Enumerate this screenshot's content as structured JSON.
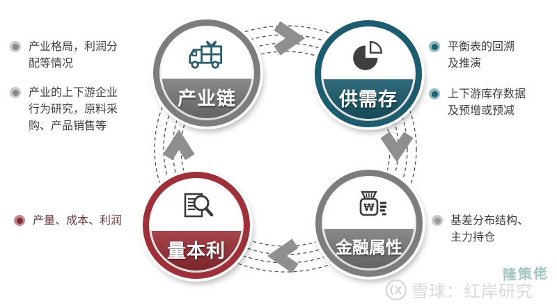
{
  "diagram_title": "",
  "track": {
    "line_color": "#4d4d4d",
    "arrow_color": "#8f8f8f",
    "arrows": [
      "chevron-right-icon",
      "chevron-down-icon",
      "chevron-left-icon",
      "chevron-up-icon"
    ]
  },
  "nodes": [
    {
      "label": "产业链",
      "color": "#7d7d7d",
      "icon": "truck-icon"
    },
    {
      "label": "供需存",
      "color": "#1c5c6e",
      "icon": "pie-chart-icon"
    },
    {
      "label": "量本利",
      "color": "#9d3038",
      "icon": "document-search-icon"
    },
    {
      "label": "金融属性",
      "color": "#7d7d7d",
      "icon": "money-bag-icon"
    }
  ],
  "annotations": {
    "left": [
      {
        "text": "产业格局，利润分\n配等情况",
        "bullet_outer": "#c8c8c8",
        "bullet_inner": "#898989",
        "text_color": "#3f3f3f"
      },
      {
        "text": "产业的上下游企业\n行为研究，原料采\n购、产品销售等",
        "bullet_outer": "#c8c8c8",
        "bullet_inner": "#898989",
        "text_color": "#3f3f3f"
      },
      {
        "text": "产量、成本、利润",
        "bullet_outer": "#c5898d",
        "bullet_inner": "#7e2f35",
        "text_color": "#6b3a3a"
      }
    ],
    "right": [
      {
        "text": "平衡表的回溯\n及推演",
        "bullet_outer": "#93b8c6",
        "bullet_inner": "#20606f",
        "text_color": "#3f3f3f"
      },
      {
        "text": "上下游库存数据\n及预增或预减",
        "bullet_outer": "#93b8c6",
        "bullet_inner": "#20606f",
        "text_color": "#3f3f3f"
      },
      {
        "text": "基差分布结构、\n主力持仓",
        "bullet_outer": "#c8c8c8",
        "bullet_inner": "#999999",
        "text_color": "#3f3f3f"
      }
    ]
  },
  "watermark": {
    "signature": "隆策佬",
    "signature_color": "#a3c6c3",
    "brand": "雪球：红岸研究",
    "brand_color": "#d9d9d9",
    "logo": "xueqiu-logo-icon"
  }
}
